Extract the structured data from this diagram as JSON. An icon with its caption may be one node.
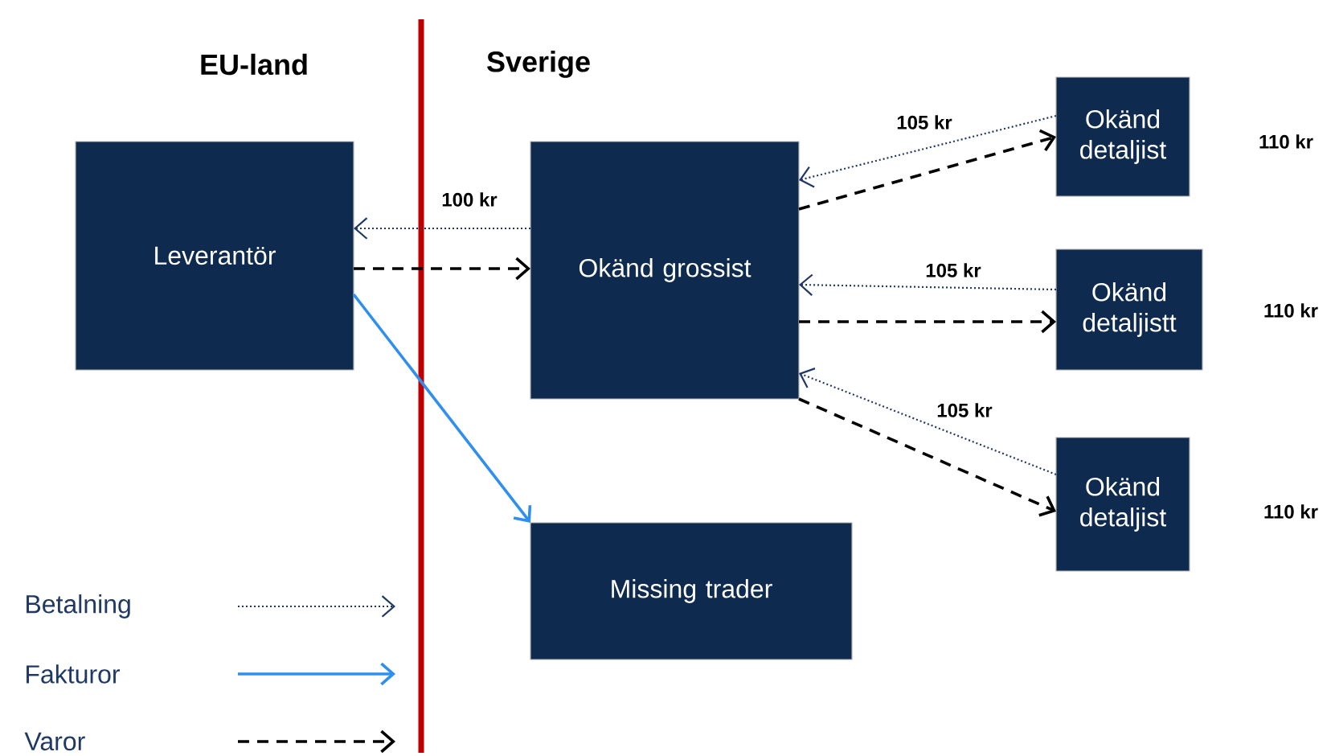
{
  "diagram": {
    "nodes": [
      {
        "text": [
          "Leverantör"
        ]
      },
      {
        "text": [
          "Okänd grossist"
        ]
      },
      {
        "text": [
          "Okänd detaljist"
        ]
      },
      {
        "text": [
          "Okänd detaljistt"
        ]
      },
      {
        "text": [
          "Okänd detaljist"
        ]
      },
      {
        "text": [
          "Missing trader"
        ]
      }
    ],
    "edges": [
      {
        "from": 1,
        "to": 0,
        "arrow": "to",
        "style": "dashed",
        "color": "#1f3864",
        "label": "100 kr"
      },
      {
        "from": 0,
        "to": 1,
        "arrow": "to",
        "style": "dashed",
        "color": "#000000"
      },
      {
        "from": 0,
        "to": 5,
        "arrow": "to",
        "color": "#2f8ff0"
      },
      {
        "from": 2,
        "to": 1,
        "arrow": "to",
        "style": "dashed",
        "color": "#1f3864",
        "label": "105 kr"
      },
      {
        "from": 1,
        "to": 2,
        "arrow": "to",
        "style": "dashed",
        "color": "#000000"
      },
      {
        "from": 3,
        "to": 1,
        "arrow": "to",
        "style": "dashed",
        "color": "#1f3864",
        "label": "105 kr"
      },
      {
        "from": 1,
        "to": 3,
        "arrow": "to",
        "style": "dashed",
        "color": "#000000"
      },
      {
        "from": 4,
        "to": 1,
        "arrow": "to",
        "style": "dashed",
        "color": "#1f3864",
        "label": "105 kr"
      },
      {
        "from": 1,
        "to": 4,
        "arrow": "to",
        "style": "dashed",
        "color": "#000000"
      }
    ],
    "labels": [
      "EU-land",
      "Sverige",
      "110 kr",
      "110 kr",
      "110 kr"
    ],
    "legend": [
      {
        "text": "Betalning"
      },
      {
        "text": "Fakturor"
      },
      {
        "text": "Varor"
      }
    ]
  }
}
